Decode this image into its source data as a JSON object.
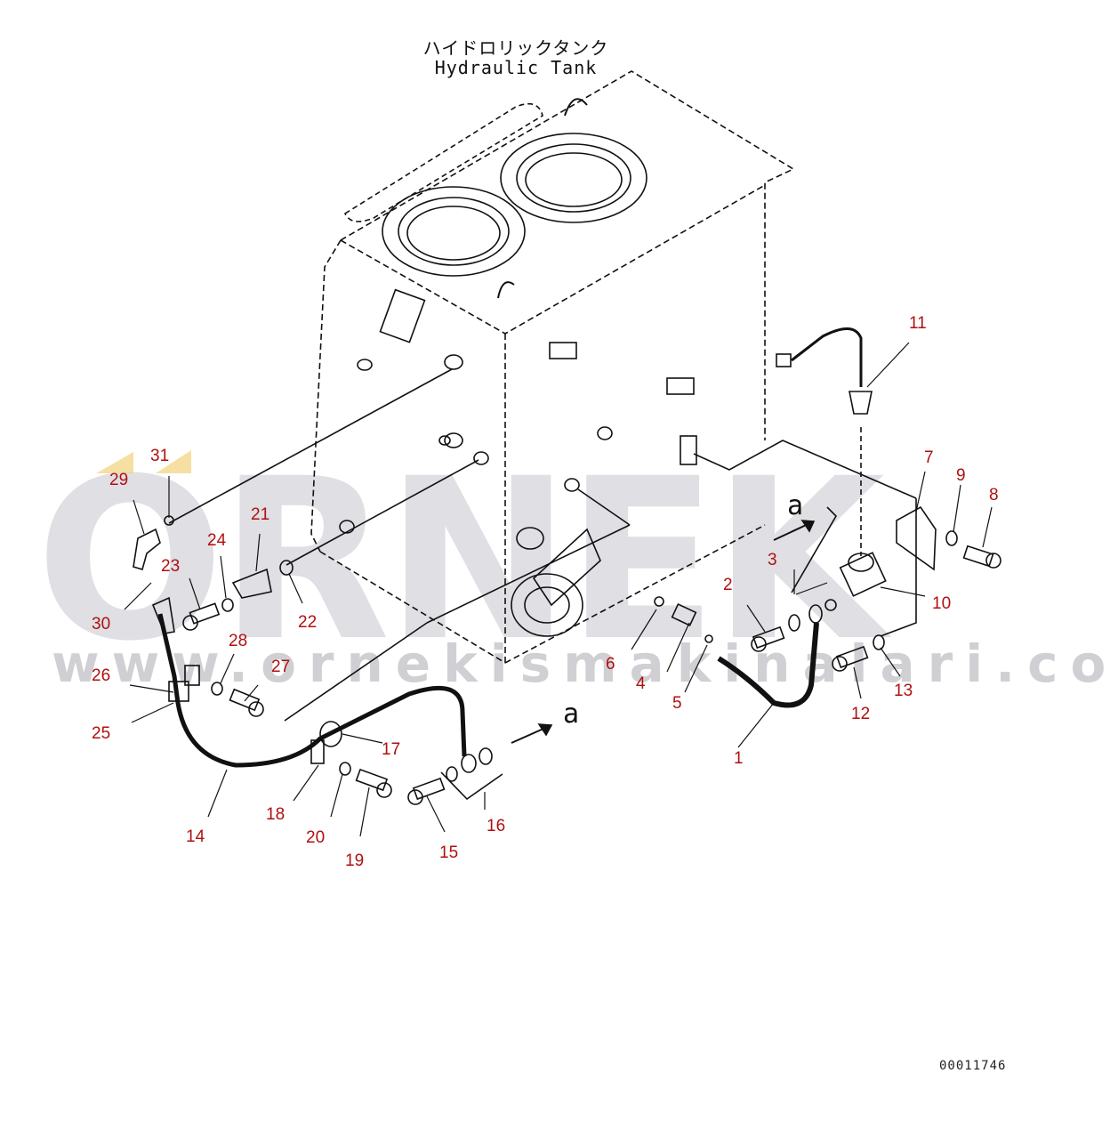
{
  "title": {
    "japanese": "ハイドロリックタンク",
    "english": "Hydraulic Tank"
  },
  "drawing_code": "00011746",
  "view_marker": "a",
  "watermark": {
    "brand": "ORNEK",
    "url": "www.ornekismakinalari.com.tr"
  },
  "part_numbers": [
    "1",
    "2",
    "3",
    "4",
    "5",
    "6",
    "7",
    "8",
    "9",
    "10",
    "11",
    "12",
    "13",
    "14",
    "15",
    "16",
    "17",
    "18",
    "19",
    "20",
    "21",
    "22",
    "23",
    "24",
    "25",
    "26",
    "27",
    "28",
    "29",
    "30",
    "31"
  ],
  "colors": {
    "label": "#b01010",
    "line": "#111111",
    "watermark": "#aaaab9",
    "accent": "#f2d27a"
  }
}
